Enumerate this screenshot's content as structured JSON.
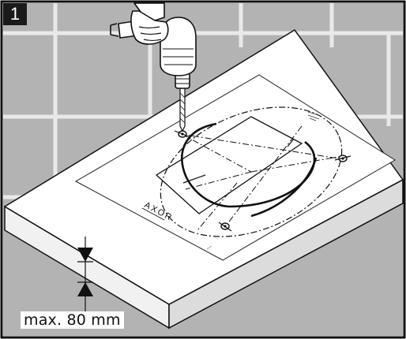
{
  "step": {
    "number": "1"
  },
  "template": {
    "brand_logo_text": "AXOR"
  },
  "dimension": {
    "label": "max. 80 mm"
  },
  "colors": {
    "wall": "#b3b3b3",
    "wall_tile_line": "#e9e9e9",
    "counter_top": "#ffffff",
    "counter_side": "#dcdcdc",
    "line": "#111111",
    "badge": "#1a1a1a"
  },
  "icons": {
    "drill": "hand-drill-icon",
    "arrow_down": "arrow-down-icon",
    "arrow_up": "arrow-up-icon"
  }
}
